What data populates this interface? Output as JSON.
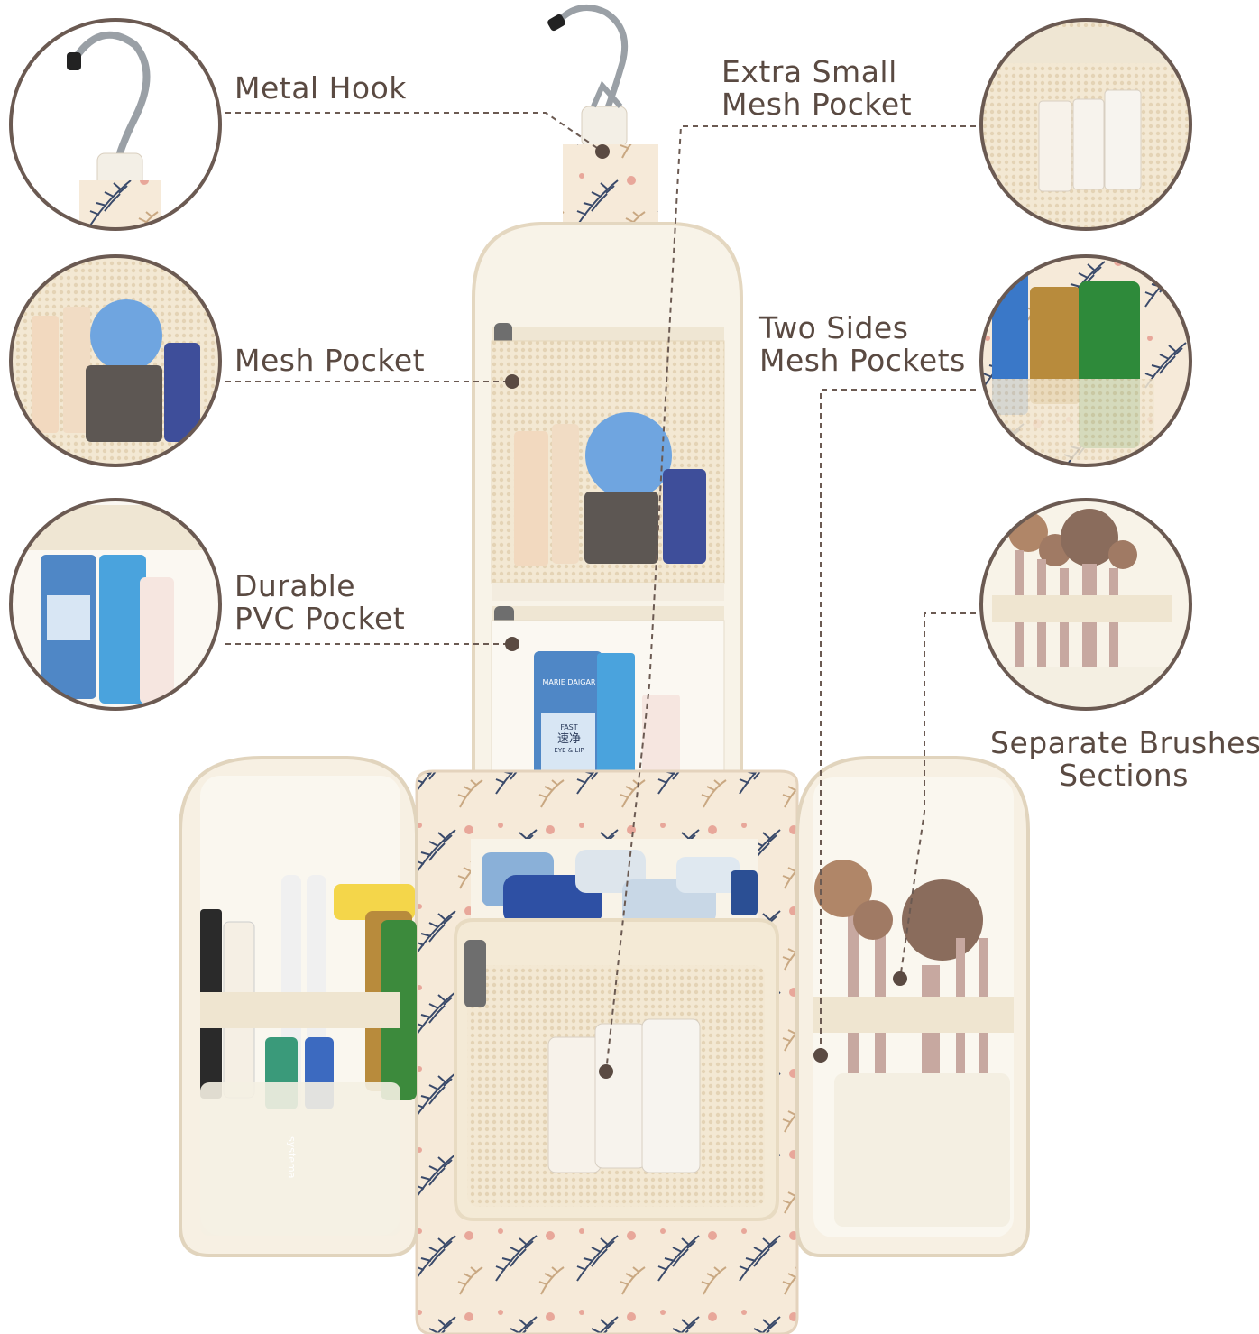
{
  "labels": {
    "metal_hook": "Metal Hook",
    "extra_small_line1": "Extra Small",
    "extra_small_line2": "Mesh Pocket",
    "mesh_pocket": "Mesh Pocket",
    "two_sides_line1": "Two Sides",
    "two_sides_line2": "Mesh Pockets",
    "durable_line1": "Durable",
    "durable_line2": "PVC Pocket",
    "separate_line1": "Separate Brushes",
    "separate_line2": "Sections"
  },
  "product_text": {
    "toner_brand": "MARIE DAIGAR",
    "toner_line1": "FAST",
    "toner_line2": "速净",
    "toner_badge": "EYE & LIP",
    "toothbrush_brand": "systema"
  },
  "colors": {
    "label_text": "#5a4a42",
    "circle_border": "#6b5a52",
    "bag_cream": "#f4ecdc",
    "bag_lining": "#f8f3e8",
    "mesh": "#efe3cc",
    "leaf_navy": "#3a4a6a",
    "leaf_tan": "#c9a882",
    "leaf_pink": "#e8a79a"
  }
}
